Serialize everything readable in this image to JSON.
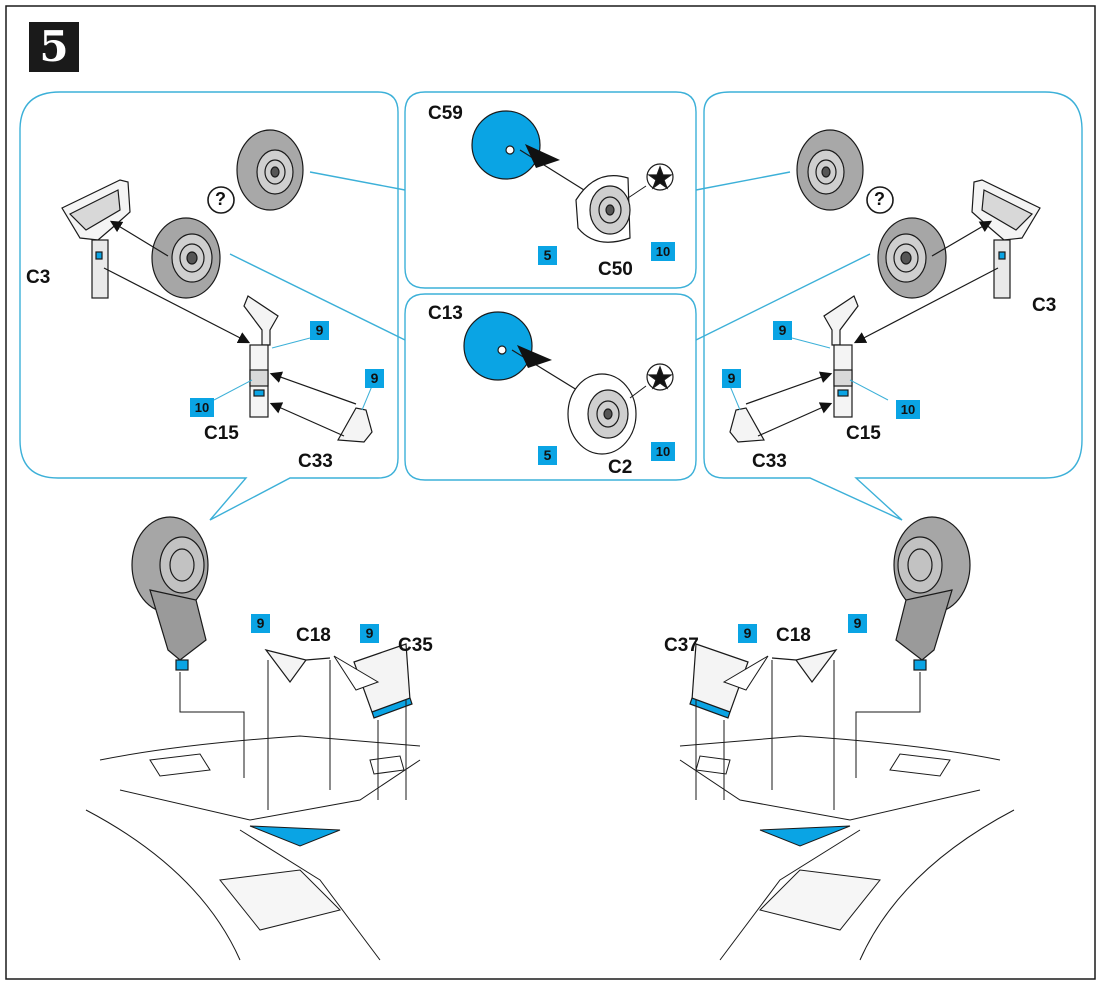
{
  "step": "5",
  "colors": {
    "accent": "#0aa4e4",
    "line": "#3cb0d8",
    "part": "#9a9a9a",
    "ink": "#1a1a1a"
  },
  "icons": [
    "question-icon",
    "star-icon"
  ],
  "parts": {
    "c59": "C59",
    "c50": "C50",
    "c13": "C13",
    "c2": "C2",
    "c3": "C3",
    "c15": "C15",
    "c33": "C33",
    "c18": "C18",
    "c35": "C35",
    "c37": "C37"
  },
  "paints": {
    "p5": "5",
    "p9": "9",
    "p10": "10"
  },
  "marks": {
    "question": "?"
  }
}
